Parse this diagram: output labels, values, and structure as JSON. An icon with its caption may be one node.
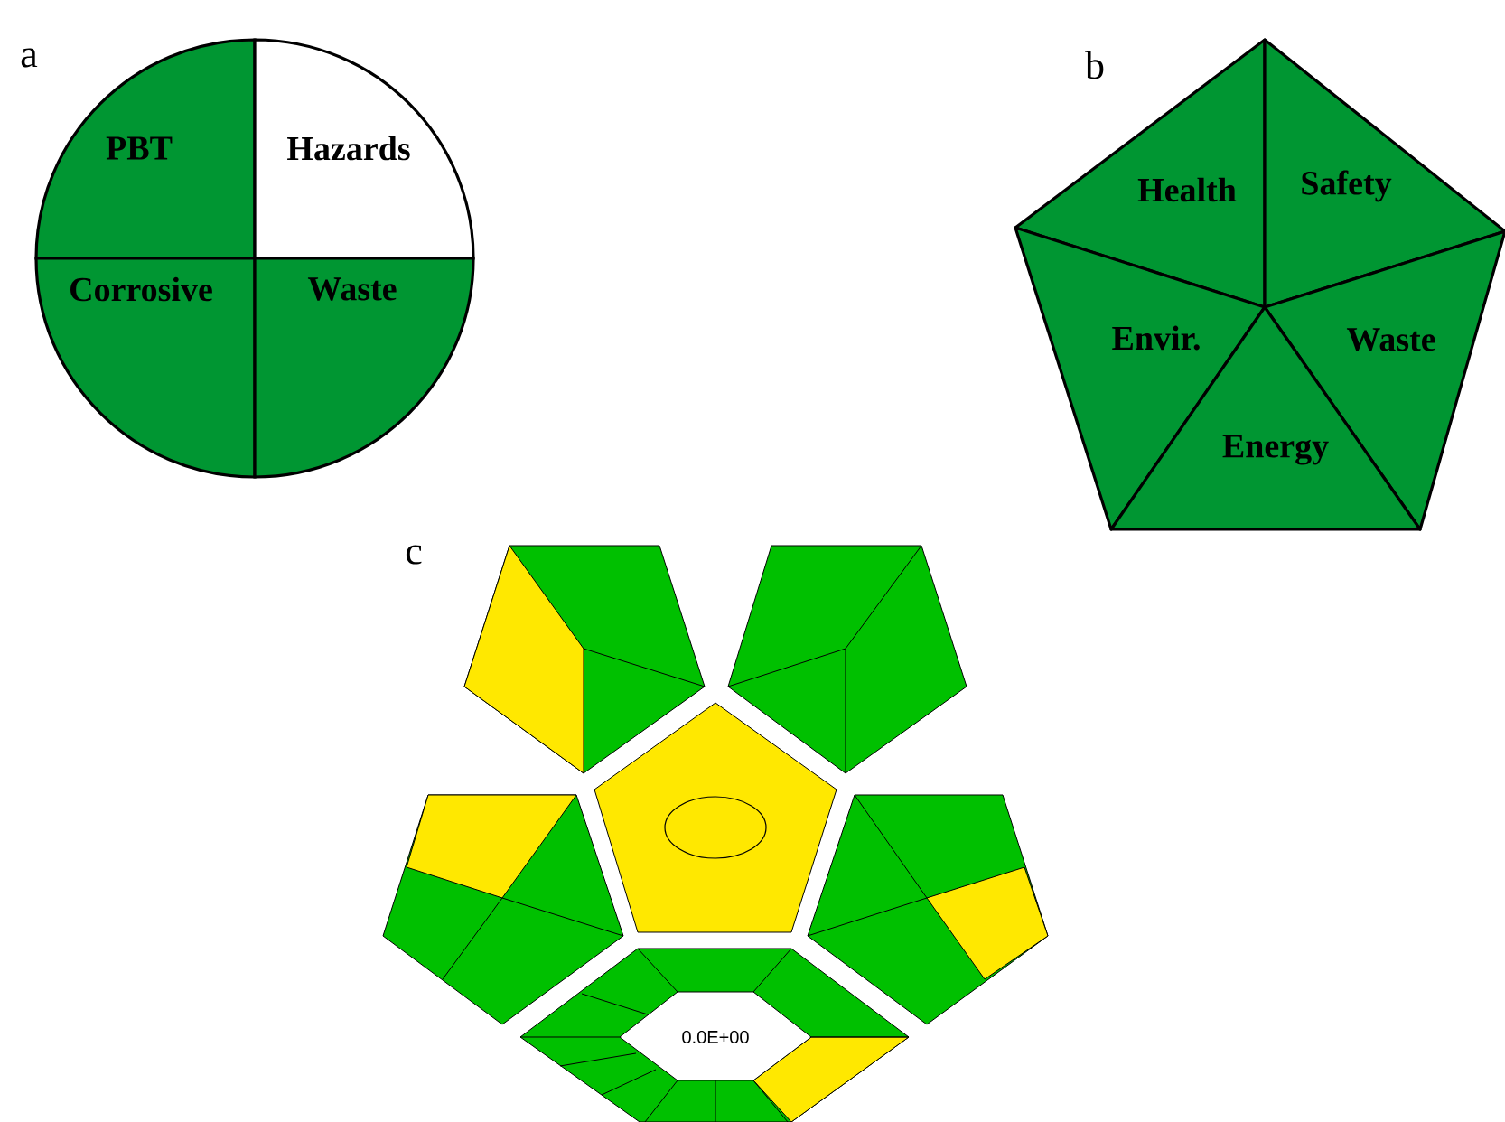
{
  "diagram": {
    "nodes": [
      {
        "text": [
          "PBT"
        ]
      },
      {
        "text": [
          "Hazards"
        ]
      },
      {
        "text": [
          "Corrosive"
        ]
      },
      {
        "text": [
          "Waste"
        ]
      },
      {
        "text": [
          "Health"
        ]
      },
      {
        "text": [
          "Safety"
        ]
      },
      {
        "text": [
          "Envir."
        ]
      },
      {
        "text": [
          "Waste"
        ]
      },
      {
        "text": [
          "Energy"
        ]
      },
      {
        "text": [
          "0.0E+00"
        ]
      }
    ],
    "labels": [
      "a",
      "b",
      "c"
    ]
  }
}
